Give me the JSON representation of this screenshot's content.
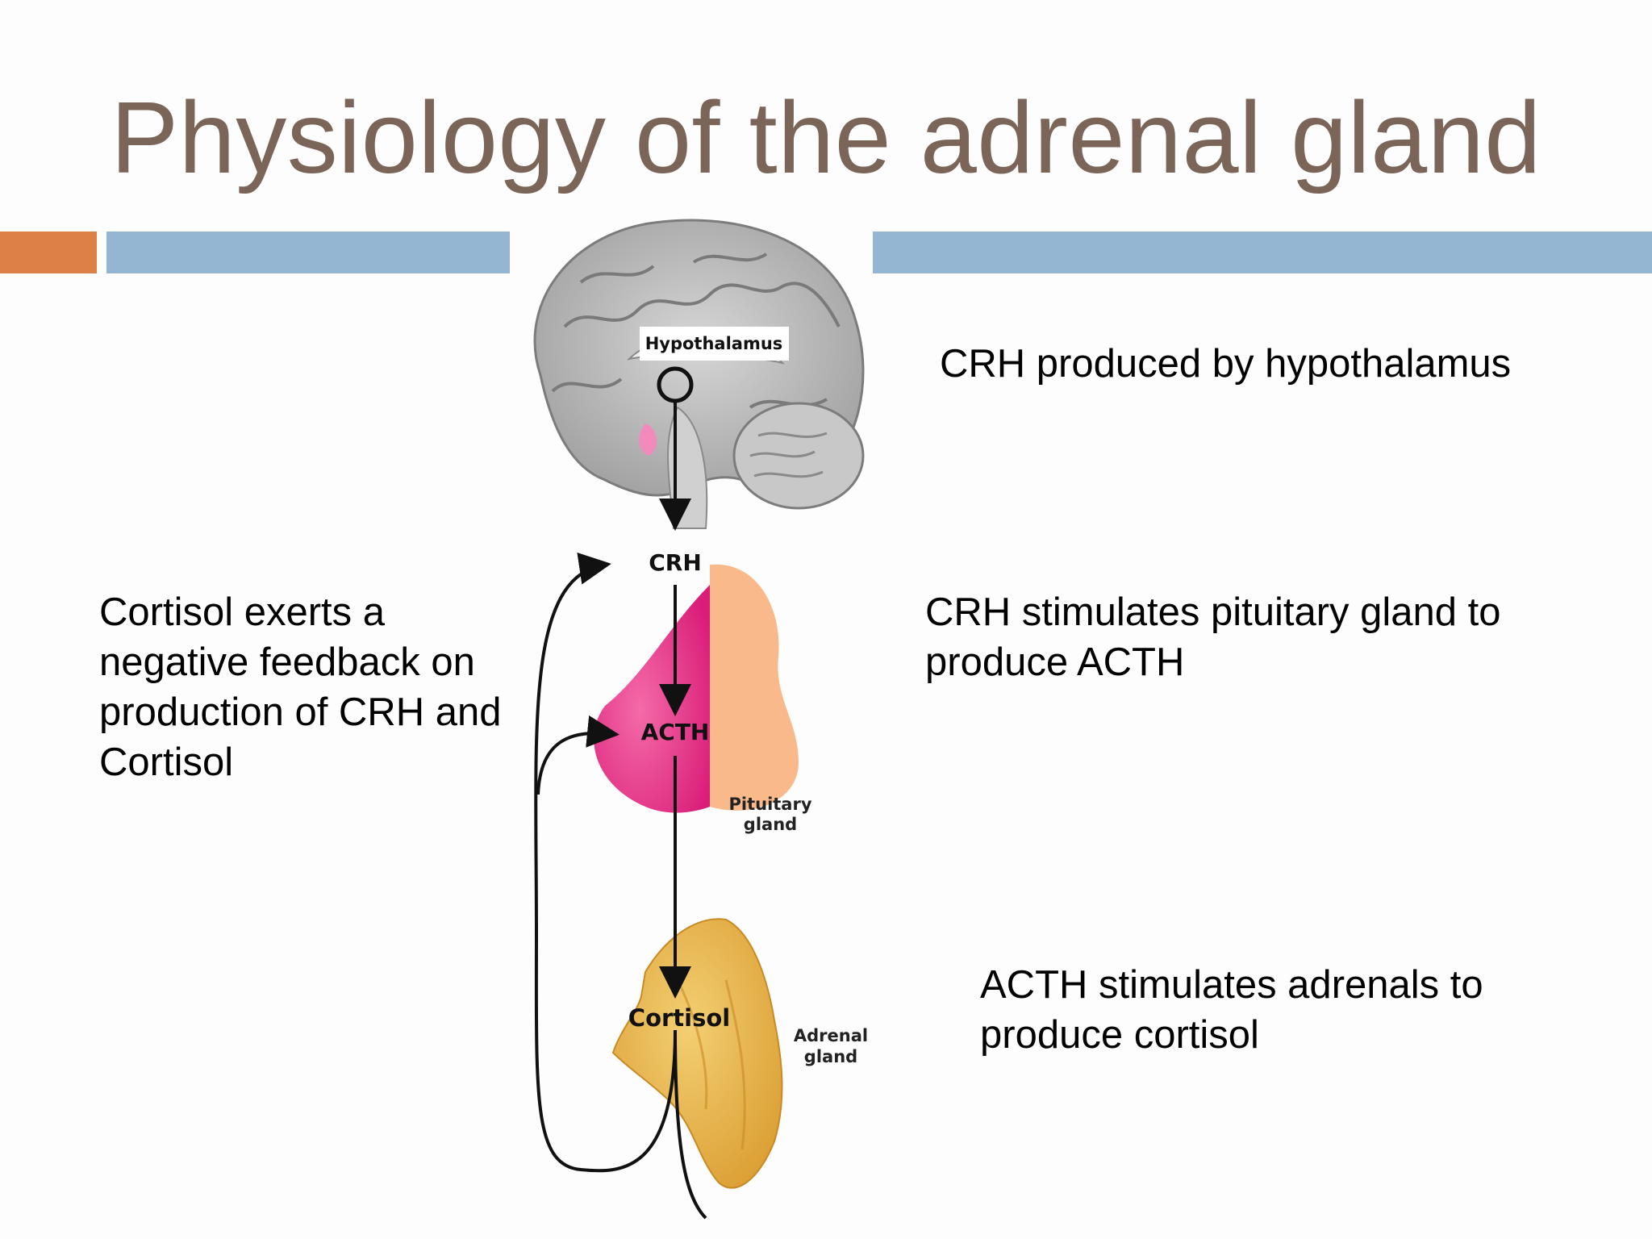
{
  "slide": {
    "title": "Physiology of the adrenal gland"
  },
  "captions": {
    "hypothalamus": "CRH produced by hypothalamus",
    "pituitary": "CRH stimulates pituitary gland to produce ACTH",
    "adrenal": "ACTH stimulates adrenals to produce cortisol",
    "feedback": "Cortisol exerts a negative feedback on production of CRH and Cortisol"
  },
  "diagram": {
    "hypothalamus_label": "Hypothalamus",
    "crh_label": "CRH",
    "acth_label": "ACTH",
    "cortisol_label": "Cortisol",
    "pituitary_label_line1": "Pituitary",
    "pituitary_label_line2": "gland",
    "adrenal_label_line1": "Adrenal",
    "adrenal_label_line2": "gland"
  },
  "colors": {
    "title": "#7a6558",
    "accent_orange": "#dd8047",
    "accent_blue": "#94b6d2",
    "pituitary_pink": "#e8358a",
    "pituitary_peach": "#f9b98a",
    "adrenal_gold": "#e7b347",
    "brain_gray": "#b9b9b9"
  }
}
